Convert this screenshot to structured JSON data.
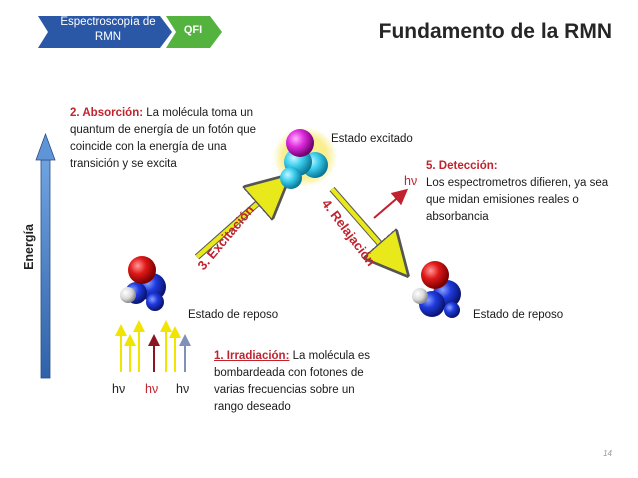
{
  "breadcrumb": {
    "item1": "Espectroscopía de RMN",
    "item2": "QFI"
  },
  "title": "Fundamento de la RMN",
  "energy_label": "Energía",
  "states": {
    "excited": "Estado excitado",
    "ground_left": "Estado de reposo",
    "ground_right": "Estado de reposo"
  },
  "steps": {
    "absorcion": {
      "heading": "2. Absorción:",
      "text": "La molécula toma un quantum de energía de un fotón que coincide con la energía de una transición y se excita"
    },
    "excitacion": {
      "label": "3. Excitación"
    },
    "relajacion": {
      "label": "4. Relajación"
    },
    "deteccion": {
      "heading": "5. Detección:",
      "text": "Los espectrometros difieren, ya sea que midan emisiones reales o absorbancia"
    },
    "irradiacion": {
      "heading": "1. Irradiación:",
      "text": "La molécula es bombardeada con fotones de varias frecuencias sobre un rango deseado"
    }
  },
  "photon_labels": [
    "hν",
    "hν",
    "hν"
  ],
  "emission_label": "hν",
  "colors": {
    "breadcrumb_blue": "#2b58a6",
    "breadcrumb_green": "#53b33e",
    "accent_red": "#c0232e",
    "energy_arrow": "#4a7fc1",
    "process_arrow": "#e8e81a"
  },
  "page_number": "14"
}
